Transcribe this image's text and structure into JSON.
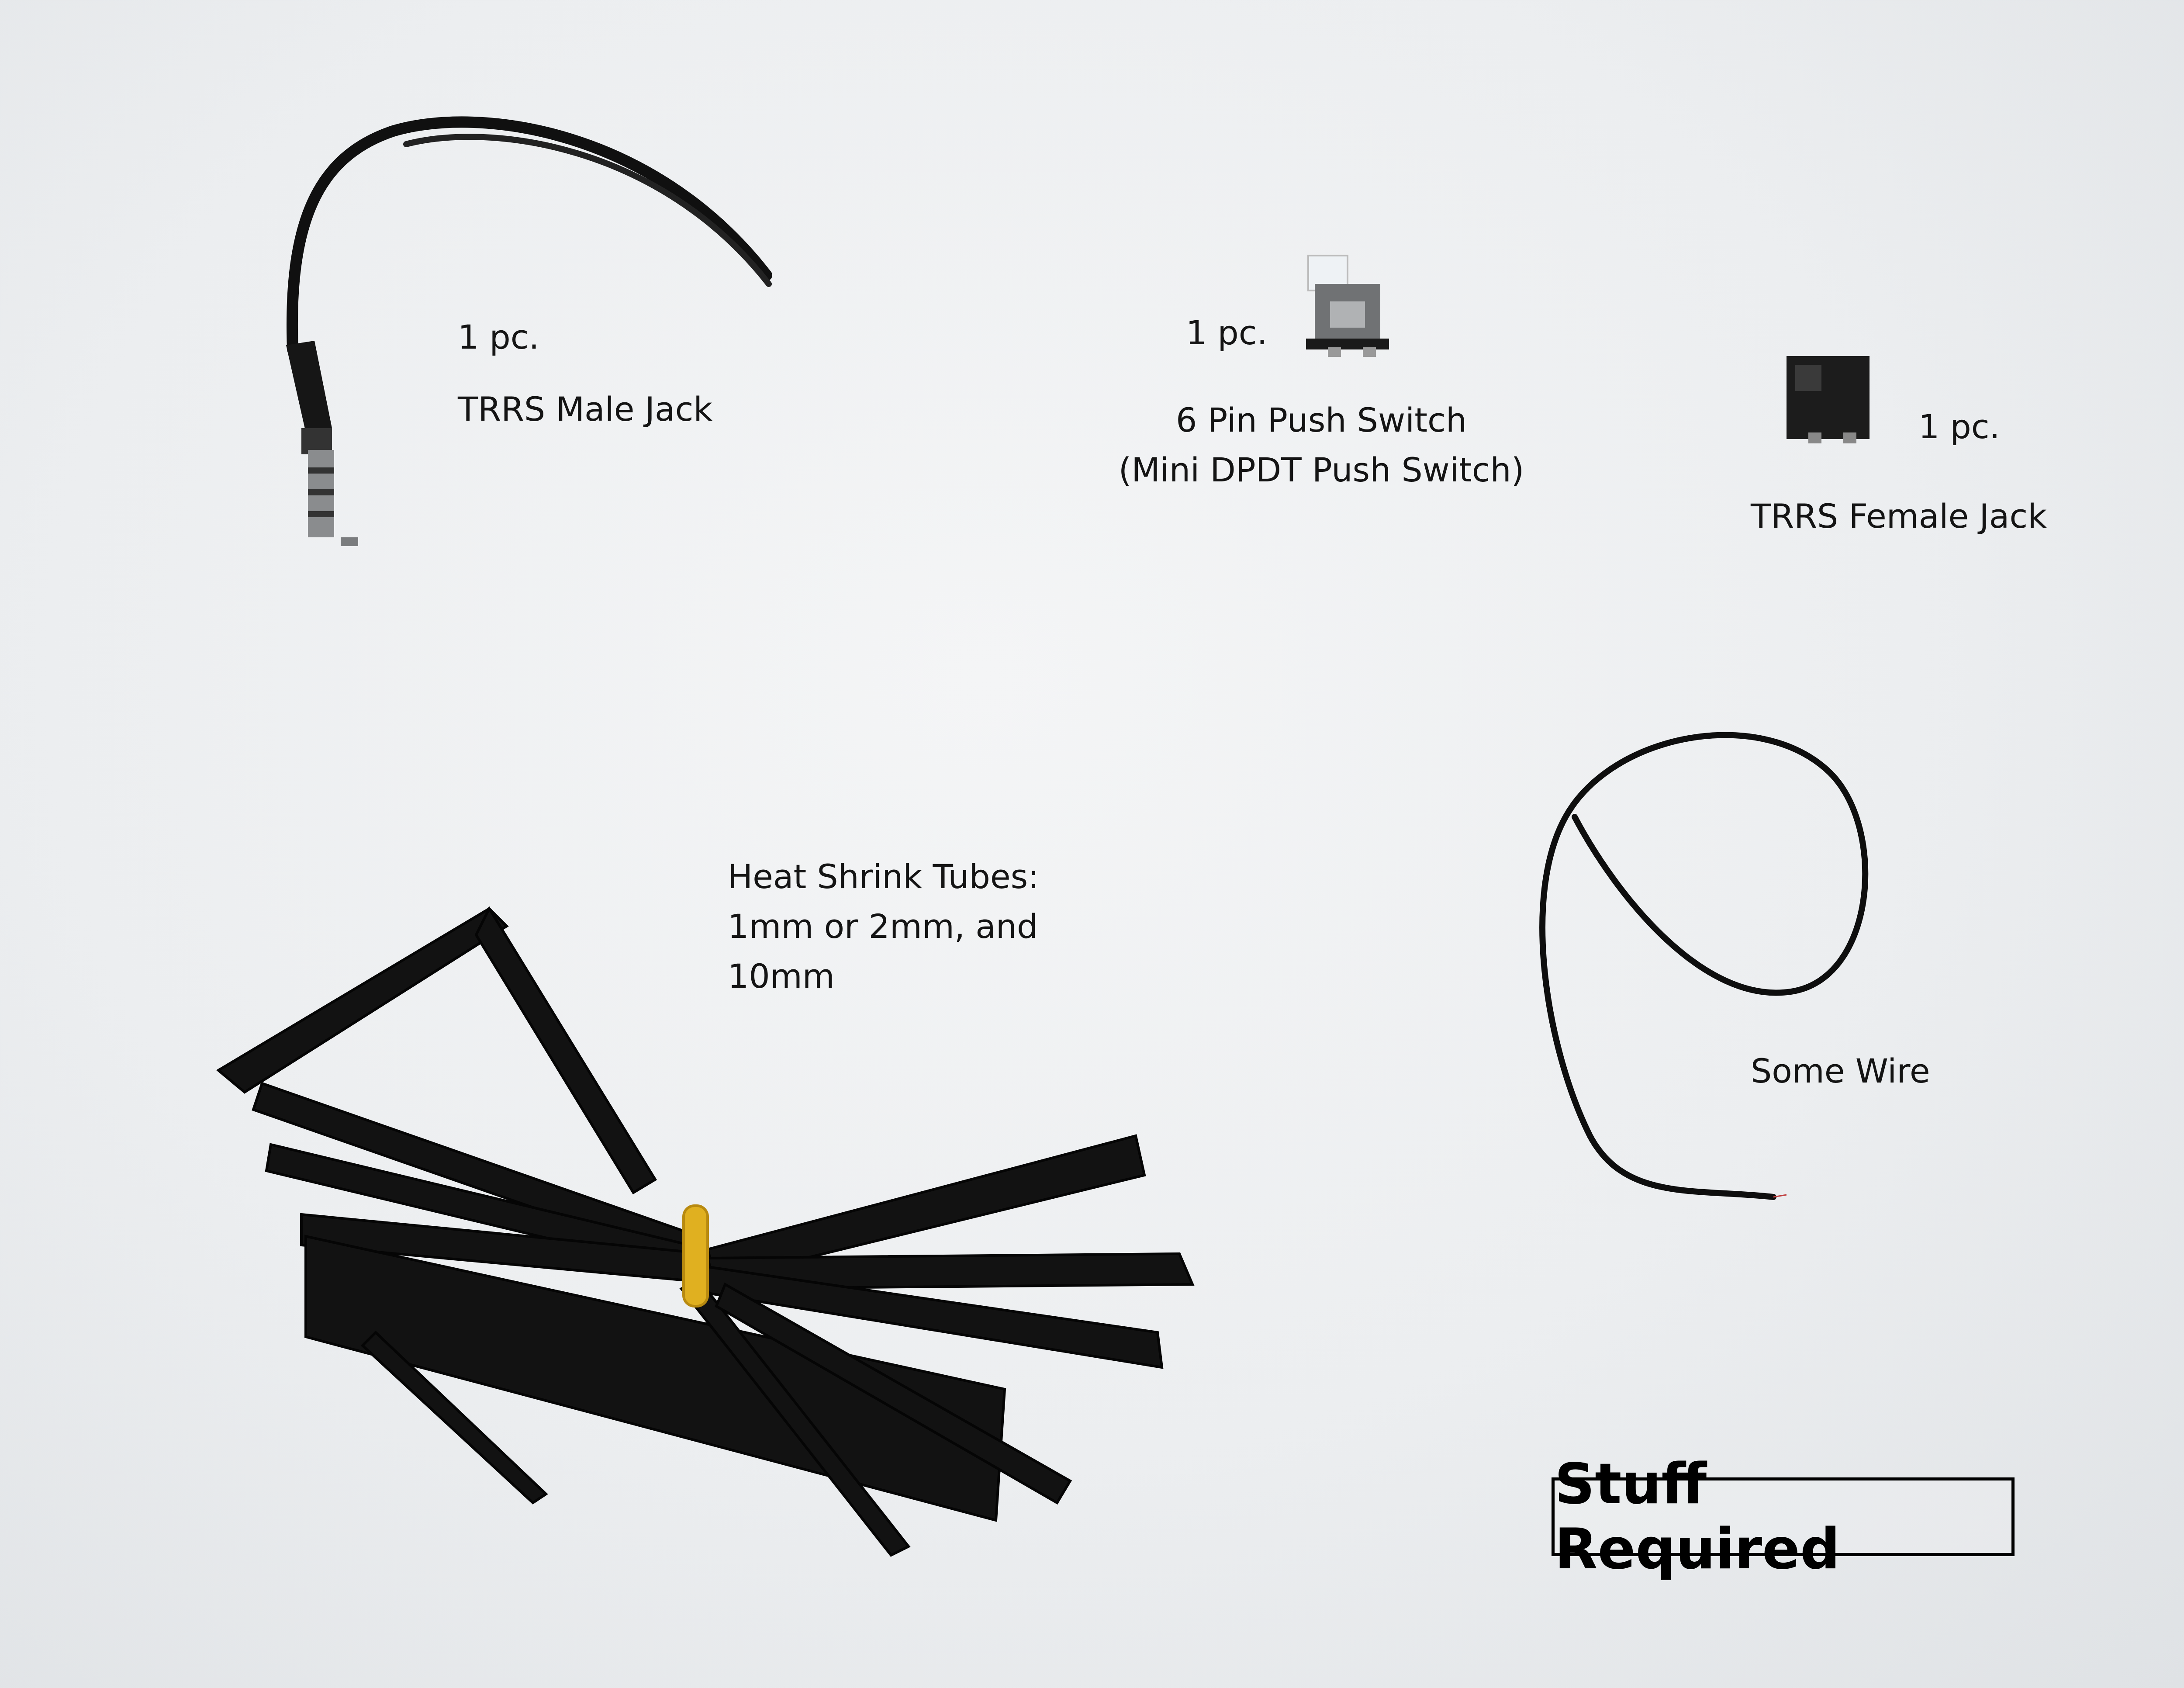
{
  "items": {
    "male_jack": {
      "qty": "1 pc.",
      "name": "TRRS Male Jack"
    },
    "push_switch": {
      "qty": "1 pc.",
      "name": "6 Pin Push Switch",
      "subname": "(Mini DPDT Push Switch)"
    },
    "female_jack": {
      "qty": "1 pc.",
      "name": "TRRS Female Jack"
    },
    "heat_shrink": {
      "line1": "Heat Shrink Tubes:",
      "line2": "1mm or 2mm, and",
      "line3": "10mm"
    },
    "wire": {
      "name": "Some Wire"
    }
  },
  "title": "Stuff Required",
  "colors": {
    "background": "#eceef0",
    "objects": "#111111",
    "band": "#e0b020"
  }
}
